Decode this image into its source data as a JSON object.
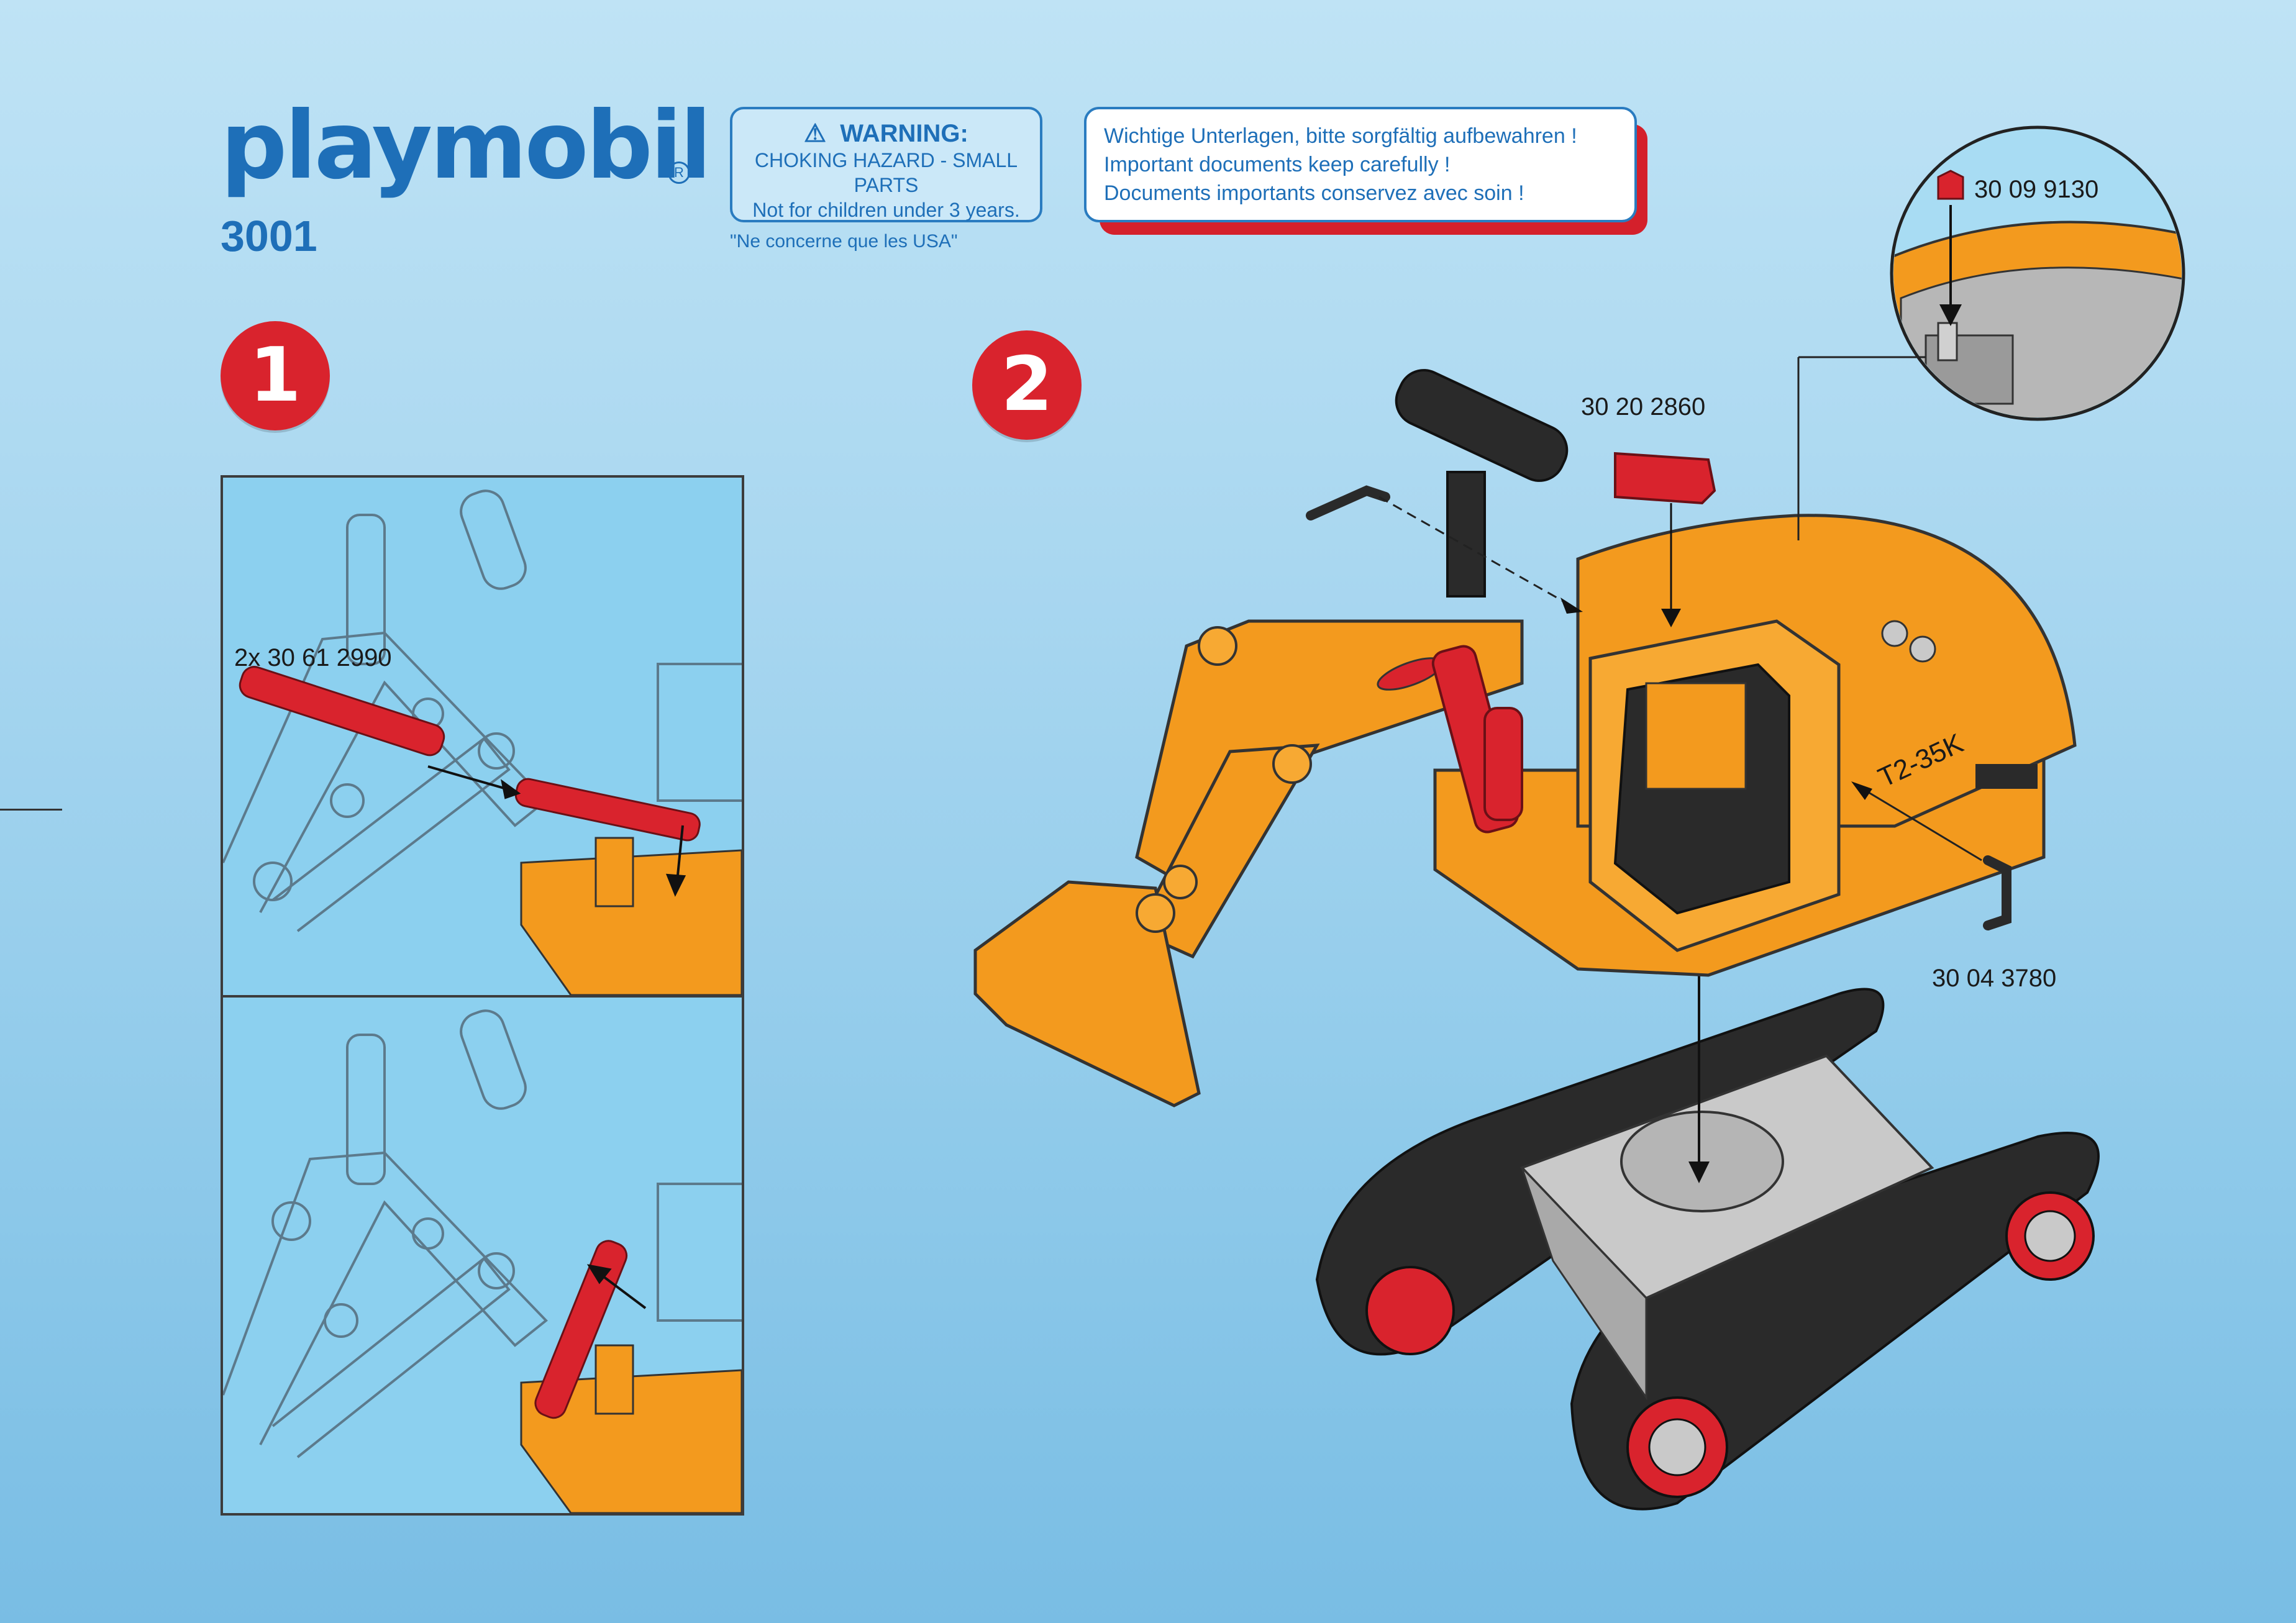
{
  "header": {
    "brand": "playmobil",
    "model_number": "3001"
  },
  "warning": {
    "title": "WARNING:",
    "line1": "CHOKING HAZARD - SMALL PARTS",
    "line2": "Not for children under 3 years.",
    "note": "\"Ne concerne que les USA\""
  },
  "documents": {
    "de": "Wichtige Unterlagen, bitte sorgfältig aufbewahren !",
    "en": "Important documents keep carefully !",
    "fr": "Documents importants conservez avec soin !"
  },
  "steps": {
    "step1": "1",
    "step2": "2"
  },
  "parts": {
    "p1": "2x 30 61 2990",
    "p2": "30 20 2860",
    "p3": "30 09 9130",
    "p4": "30 04 3780"
  },
  "excavator": {
    "cab_marking": "T2-35K"
  },
  "colors": {
    "orange": "#f39a1e",
    "red": "#d9232d",
    "blue": "#1e6fb8",
    "track": "#2a2a2a",
    "gray": "#c9c9c9"
  }
}
